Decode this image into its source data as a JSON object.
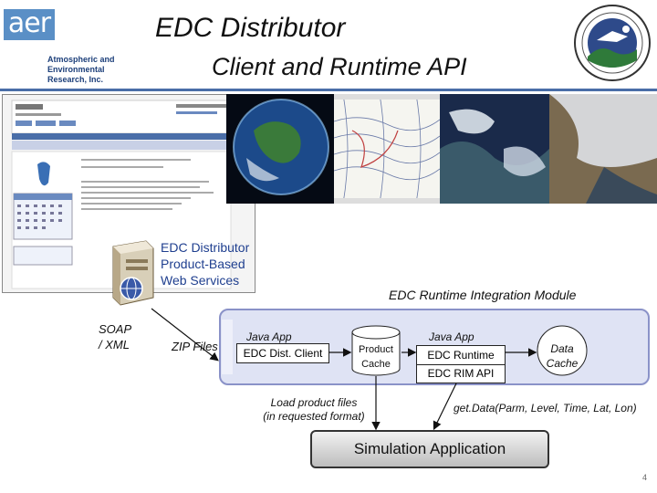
{
  "header": {
    "logo_text": "aer",
    "org_line1": "Atmospheric and",
    "org_line2": "Environmental Research, Inc.",
    "title": "EDC Distributor",
    "subtitle": "Client and Runtime API"
  },
  "web_services": {
    "line1": "EDC Distributor",
    "line2": "Product-Based",
    "line3": "Web Services"
  },
  "protocol_label": {
    "line1": "SOAP",
    "line2": "/ XML"
  },
  "zip_label": "ZIP Files",
  "rim": {
    "title": "EDC Runtime Integration Module",
    "client_app_title": "Java App",
    "client_box": "EDC Dist. Client",
    "cache_line1": "Product",
    "cache_line2": "Cache",
    "runtime_app_title": "Java App",
    "runtime_box1": "EDC Runtime",
    "runtime_box2": "EDC RIM API",
    "data_cache_line1": "Data",
    "data_cache_line2": "Cache"
  },
  "load_label": {
    "line1": "Load product files",
    "line2": "(in requested format)"
  },
  "getdata_label": "get.Data(Parm, Level, Time, Lat, Lon)",
  "sim_app": "Simulation Application",
  "page_number": "4",
  "colors": {
    "accent_blue": "#4a6ea8",
    "label_blue": "#1f3f8f",
    "panel_fill": "#dfe3f4",
    "panel_border": "#8a92c8"
  }
}
